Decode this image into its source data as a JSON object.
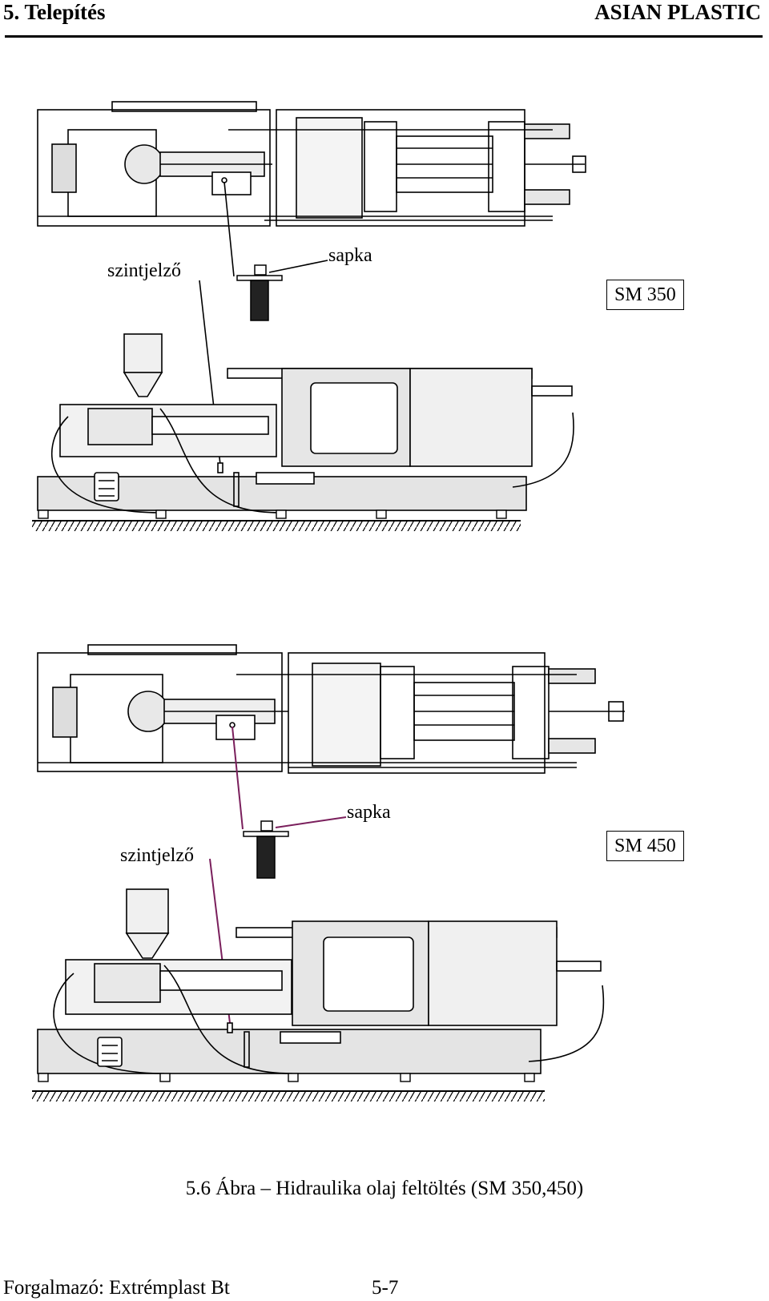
{
  "header": {
    "section": "5. Telepítés",
    "brand": "ASIAN PLASTIC"
  },
  "figures": [
    {
      "model": "SM 350",
      "level_label": "szintjelző",
      "cap_label": "sapka"
    },
    {
      "model": "SM 450",
      "level_label": "szintjelző",
      "cap_label": "sapka"
    }
  ],
  "caption": "5.6 Ábra – Hidraulika olaj feltöltés (SM 350,450)",
  "footer": {
    "distributor": "Forgalmazó: Extrémplast Bt",
    "page": "5-7"
  },
  "colors": {
    "leader_fig2": "#7a1f5c",
    "machine_fill": "#e4e4e4"
  }
}
